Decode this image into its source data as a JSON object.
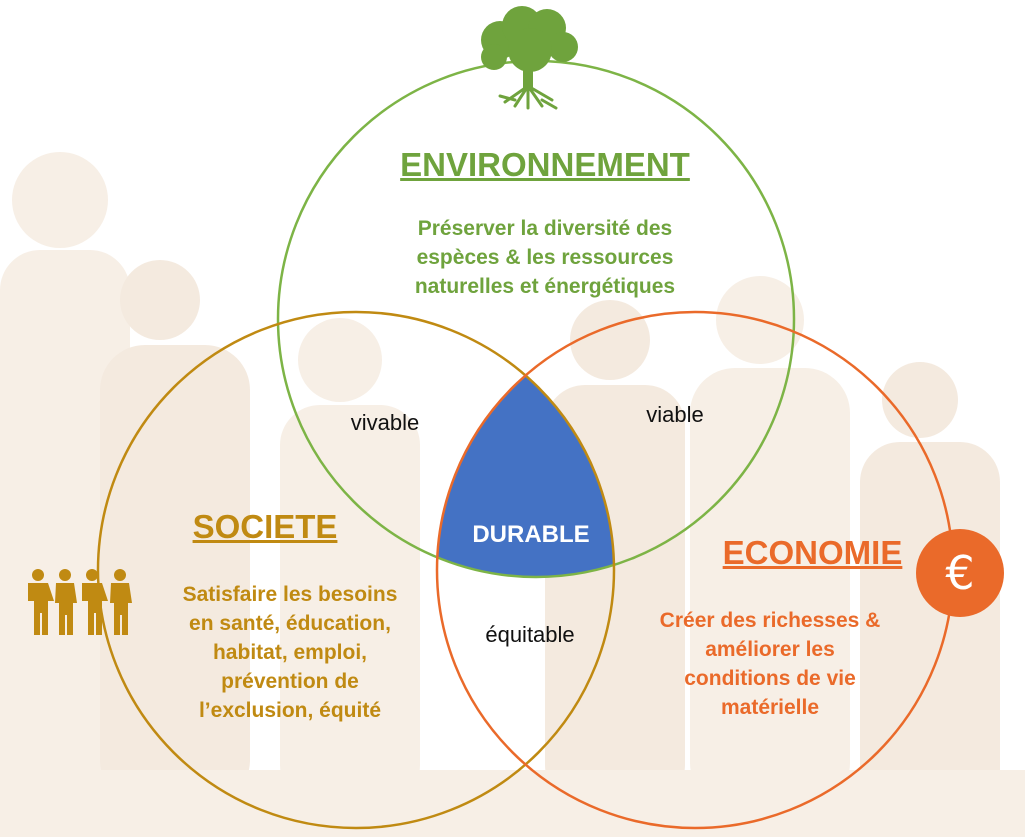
{
  "colors": {
    "environment": "#6fa33d",
    "society": "#c08a12",
    "economy": "#ea6a2a",
    "durable": "#4472c4",
    "background_figures": "#f7efe6"
  },
  "environment": {
    "title": "ENVIRONNEMENT",
    "description_lines": [
      "Préserver la diversité des",
      "espèces & les ressources",
      "naturelles et énergétiques"
    ],
    "icon": "tree-icon"
  },
  "society": {
    "title": "SOCIETE",
    "description_lines": [
      "Satisfaire les besoins",
      "en santé, éducation,",
      "habitat, emploi,",
      "prévention de",
      "l’exclusion, équité"
    ],
    "icon": "people-icon"
  },
  "economy": {
    "title": "ECONOMIE",
    "description_lines": [
      "Créer des richesses &",
      "améliorer les",
      "conditions de vie",
      "matérielle"
    ],
    "icon": "euro-icon",
    "icon_symbol": "€"
  },
  "intersections": {
    "env_society": "vivable",
    "env_economy": "viable",
    "society_economy": "équitable",
    "center": "DURABLE"
  }
}
